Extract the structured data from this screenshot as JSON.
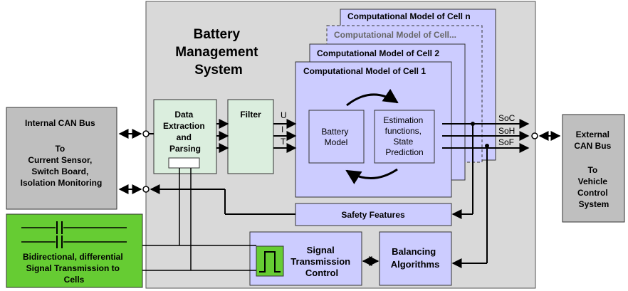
{
  "bms": {
    "title": [
      "Battery",
      "Management",
      "System"
    ]
  },
  "cells": {
    "n": "Computational Model of Cell n",
    "dots": "Computational Model of Cell...",
    "c2": "Computational Model of Cell 2",
    "c1": "Computational Model of Cell 1"
  },
  "internal_bus": {
    "lines": [
      "Internal CAN Bus",
      "To",
      "Current Sensor,",
      "Switch Board,",
      "Isolation Monitoring"
    ]
  },
  "external_bus": {
    "lines": [
      "External",
      "CAN Bus",
      "To",
      "Vehicle",
      "Control",
      "System"
    ]
  },
  "signal_tx": {
    "lines": [
      "Bidirectional, differential",
      "Signal Transmission to",
      "Cells"
    ]
  },
  "data_extraction": {
    "lines": [
      "Data",
      "Extraction",
      "and",
      "Parsing"
    ]
  },
  "filter": {
    "label": "Filter"
  },
  "inputs": [
    "U",
    "I",
    "T"
  ],
  "battery_model": {
    "lines": [
      "Battery",
      "Model"
    ]
  },
  "estimation": {
    "lines": [
      "Estimation",
      "functions,",
      "State",
      "Prediction"
    ]
  },
  "outputs": [
    "SoC",
    "SoH",
    "SoF"
  ],
  "safety": {
    "label": "Safety Features"
  },
  "signal_ctrl": {
    "lines": [
      "Signal",
      "Transmission",
      "Control"
    ]
  },
  "balancing": {
    "lines": [
      "Balancing",
      "Algorithms"
    ]
  },
  "colors": {
    "bms_bg": "#d9d9d9",
    "cell_fill": "#ccccff",
    "green_dark": "#dbeede",
    "green_bright": "#66cc33",
    "bus_gray": "#bfbfbf"
  }
}
